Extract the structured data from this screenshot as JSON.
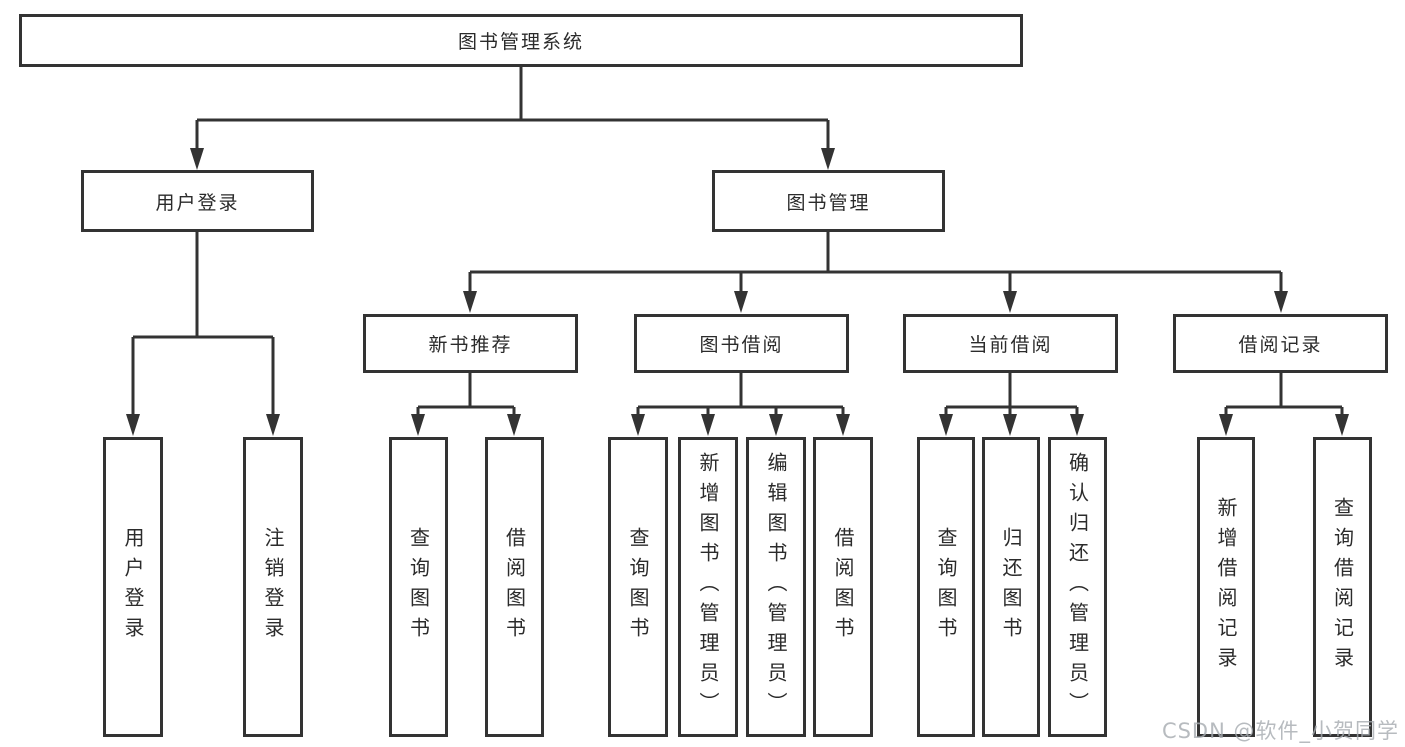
{
  "diagram": {
    "watermark": "CSDN @软件_小贺同学",
    "colors": {
      "line": "#333333",
      "text": "#2b2b2b",
      "background": "#ffffff",
      "watermark": "#a6abb0"
    },
    "tree": {
      "label": "图书管理系统",
      "children": [
        {
          "label": "用户登录",
          "children": [
            {
              "label": "用户登录"
            },
            {
              "label": "注销登录"
            }
          ]
        },
        {
          "label": "图书管理",
          "children": [
            {
              "label": "新书推荐",
              "children": [
                {
                  "label": "查询图书"
                },
                {
                  "label": "借阅图书"
                }
              ]
            },
            {
              "label": "图书借阅",
              "children": [
                {
                  "label": "查询图书"
                },
                {
                  "label": "新增图书（管理员）"
                },
                {
                  "label": "编辑图书（管理员）"
                },
                {
                  "label": "借阅图书"
                }
              ]
            },
            {
              "label": "当前借阅",
              "children": [
                {
                  "label": "查询图书"
                },
                {
                  "label": "归还图书"
                },
                {
                  "label": "确认归还（管理员）"
                }
              ]
            },
            {
              "label": "借阅记录",
              "children": [
                {
                  "label": "新增借阅记录"
                },
                {
                  "label": "查询借阅记录"
                }
              ]
            }
          ]
        }
      ]
    }
  }
}
